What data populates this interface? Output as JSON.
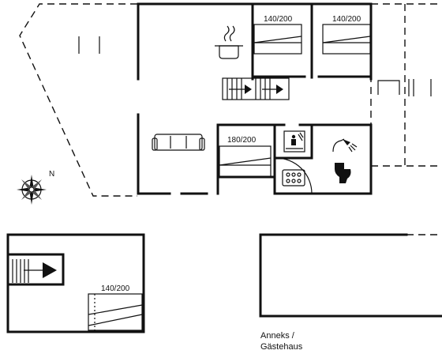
{
  "beds": {
    "bed_1": "140/200",
    "bed_2": "140/200",
    "bed_3": "180/200",
    "bed_4": "140/200"
  },
  "compass": {
    "north_label": "N"
  },
  "annex": {
    "line1": "Anneks /",
    "line2": "Gästehaus"
  },
  "icons": [
    "kitchen-pot-icon",
    "sofa-icon",
    "sauna-icon",
    "shower-icon",
    "toilet-icon",
    "whirlpool-icon",
    "compass-icon",
    "stairs-icon"
  ]
}
